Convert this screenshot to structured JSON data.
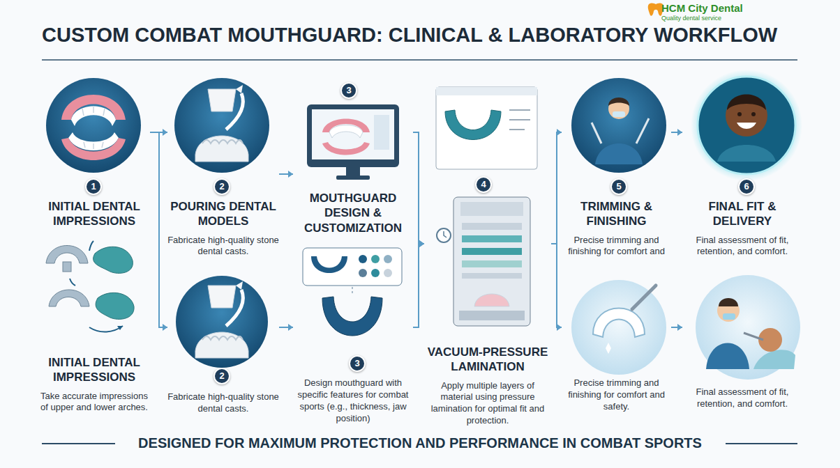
{
  "diagram": {
    "title": "CUSTOM COMBAT MOUTHGUARD: CLINICAL & LABORATORY WORKFLOW",
    "caption": "DESIGNED FOR MAXIMUM PROTECTION AND PERFORMANCE IN COMBAT SPORTS",
    "nodes": [
      {
        "text": [
          "INITIAL DENTAL IMPRESSIONS"
        ]
      },
      {
        "text": [
          "INITIAL DENTAL IMPRESSIONS",
          "Take accurate impressions of upper and lower arches."
        ]
      },
      {
        "text": [
          "POURING DENTAL MODELS",
          "Fabricate high-quality stone dental casts."
        ]
      },
      {
        "text": [
          "Fabricate high-quality stone dental casts."
        ]
      },
      {
        "text": [
          "MOUTHGUARD DESIGN & CUSTOMIZATION"
        ]
      },
      {
        "text": [
          "Design mouthguard with specific features for combat sports (e.g., thickness, jaw position)"
        ]
      },
      {
        "text": [
          "VACUUM-PRESSURE LAMINATION",
          "Apply multiple layers of material using pressure lamination for optimal fit and protection."
        ]
      },
      {
        "text": [
          "TRIMMING & FINISHING",
          "Precise trimming and finishing for comfort and"
        ]
      },
      {
        "text": [
          "Precise trimming and finishing for comfort and safety."
        ]
      },
      {
        "text": [
          "FINAL FIT & DELIVERY",
          "Final assessment of fit, retention, and comfort."
        ]
      },
      {
        "text": [
          "Final assessment of fit, retention, and comfort."
        ]
      }
    ],
    "edges": [
      {
        "from": 0,
        "to": 2,
        "arrow": "to"
      },
      {
        "from": 0,
        "to": 3,
        "arrow": "to"
      },
      {
        "from": 2,
        "to": 4,
        "arrow": "to"
      },
      {
        "from": 3,
        "to": 5,
        "arrow": "to"
      },
      {
        "from": 4,
        "to": 6,
        "arrow": "to"
      },
      {
        "from": 5,
        "to": 6,
        "arrow": "to"
      },
      {
        "from": 6,
        "to": 7,
        "arrow": "to"
      },
      {
        "from": 6,
        "to": 8,
        "arrow": "to"
      },
      {
        "from": 7,
        "to": 9,
        "arrow": "to"
      },
      {
        "from": 8,
        "to": 10,
        "arrow": "to"
      }
    ],
    "labels": [
      "1",
      "2",
      "2",
      "3",
      "3",
      "4",
      "5",
      "6",
      "HCM City Dental",
      "Quality dental service"
    ]
  }
}
